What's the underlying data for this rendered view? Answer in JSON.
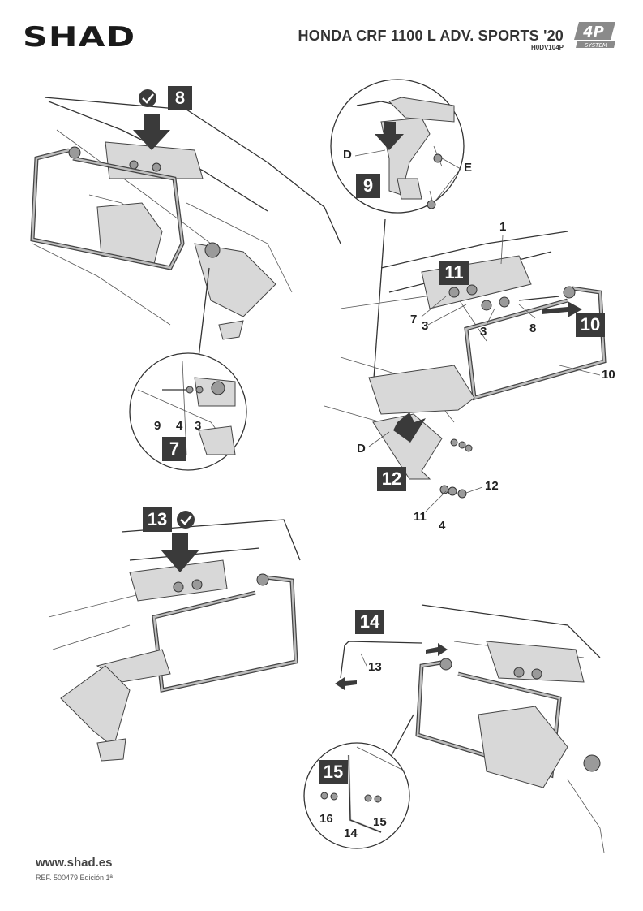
{
  "header": {
    "brand": "SHAD",
    "title": "HONDA CRF 1100 L ADV. SPORTS '20",
    "ref_code": "H0DV104P",
    "badge_top": "4P",
    "badge_bottom": "SYSTEM"
  },
  "steps": {
    "s7": "7",
    "s8": "8",
    "s9": "9",
    "s10": "10",
    "s11": "11",
    "s12": "12",
    "s13": "13",
    "s14": "14",
    "s15": "15"
  },
  "labels": {
    "d1": "D",
    "e": "E",
    "d2": "D",
    "p1": "1",
    "p7": "7",
    "p3a": "3",
    "p3b": "3",
    "p8": "8",
    "p10": "10",
    "p11": "11",
    "p4b": "4",
    "p12": "12",
    "c9": "9",
    "c4": "4",
    "c3": "3",
    "p13": "13",
    "p16": "16",
    "p14": "14",
    "p15": "15"
  },
  "footer": {
    "url": "www.shad.es",
    "ref": "REF. 500479 Edición 1ª"
  },
  "colors": {
    "step_bg": "#3a3a3a",
    "ink": "#333333"
  }
}
